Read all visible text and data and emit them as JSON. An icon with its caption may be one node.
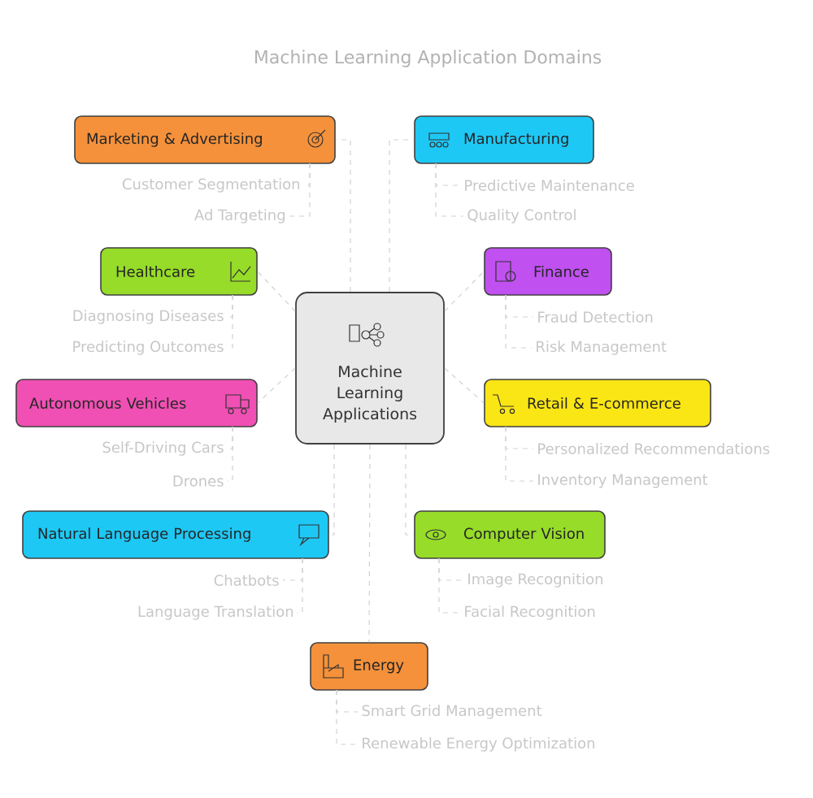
{
  "diagram": {
    "title": "Machine Learning Application Domains",
    "nodes": [
      {
        "text": [
          "Machine Learning Applications"
        ]
      },
      {
        "text": [
          "Marketing & Advertising"
        ]
      },
      {
        "text": [
          "Manufacturing"
        ]
      },
      {
        "text": [
          "Healthcare"
        ]
      },
      {
        "text": [
          "Finance"
        ]
      },
      {
        "text": [
          "Autonomous Vehicles"
        ]
      },
      {
        "text": [
          "Retail & E-commerce"
        ]
      },
      {
        "text": [
          "Natural Language Processing"
        ]
      },
      {
        "text": [
          "Computer Vision"
        ]
      },
      {
        "text": [
          "Energy"
        ]
      },
      {
        "text": [
          "Customer Segmentation"
        ]
      },
      {
        "text": [
          "Ad Targeting"
        ]
      },
      {
        "text": [
          "Predictive Maintenance"
        ]
      },
      {
        "text": [
          "Quality Control"
        ]
      },
      {
        "text": [
          "Diagnosing Diseases"
        ]
      },
      {
        "text": [
          "Predicting Outcomes"
        ]
      },
      {
        "text": [
          "Fraud Detection"
        ]
      },
      {
        "text": [
          "Risk Management"
        ]
      },
      {
        "text": [
          "Self-Driving Cars"
        ]
      },
      {
        "text": [
          "Drones"
        ]
      },
      {
        "text": [
          "Personalized Recommendations"
        ]
      },
      {
        "text": [
          "Inventory Management"
        ]
      },
      {
        "text": [
          "Chatbots"
        ]
      },
      {
        "text": [
          "Language Translation"
        ]
      },
      {
        "text": [
          "Image Recognition"
        ]
      },
      {
        "text": [
          "Facial Recognition"
        ]
      },
      {
        "text": [
          "Smart Grid Management"
        ]
      },
      {
        "text": [
          "Renewable Energy Optimization"
        ]
      }
    ],
    "edges": [
      {
        "from": 0,
        "to": 1,
        "arrow": "none",
        "style": "dashed"
      },
      {
        "from": 0,
        "to": 2,
        "arrow": "none",
        "style": "dashed"
      },
      {
        "from": 0,
        "to": 3,
        "arrow": "none",
        "style": "dashed"
      },
      {
        "from": 0,
        "to": 4,
        "arrow": "none",
        "style": "dashed"
      },
      {
        "from": 0,
        "to": 5,
        "arrow": "none",
        "style": "dashed"
      },
      {
        "from": 0,
        "to": 6,
        "arrow": "none",
        "style": "dashed"
      },
      {
        "from": 0,
        "to": 7,
        "arrow": "none",
        "style": "dashed"
      },
      {
        "from": 0,
        "to": 8,
        "arrow": "none",
        "style": "dashed"
      },
      {
        "from": 0,
        "to": 9,
        "arrow": "none",
        "style": "dashed"
      },
      {
        "from": 1,
        "to": 10,
        "arrow": "none",
        "style": "dashed"
      },
      {
        "from": 1,
        "to": 11,
        "arrow": "none",
        "style": "dashed"
      },
      {
        "from": 2,
        "to": 12,
        "arrow": "none",
        "style": "dashed"
      },
      {
        "from": 2,
        "to": 13,
        "arrow": "none",
        "style": "dashed"
      },
      {
        "from": 3,
        "to": 14,
        "arrow": "none",
        "style": "dashed"
      },
      {
        "from": 3,
        "to": 15,
        "arrow": "none",
        "style": "dashed"
      },
      {
        "from": 4,
        "to": 16,
        "arrow": "none",
        "style": "dashed"
      },
      {
        "from": 4,
        "to": 17,
        "arrow": "none",
        "style": "dashed"
      },
      {
        "from": 5,
        "to": 18,
        "arrow": "none",
        "style": "dashed"
      },
      {
        "from": 5,
        "to": 19,
        "arrow": "none",
        "style": "dashed"
      },
      {
        "from": 6,
        "to": 20,
        "arrow": "none",
        "style": "dashed"
      },
      {
        "from": 6,
        "to": 21,
        "arrow": "none",
        "style": "dashed"
      },
      {
        "from": 7,
        "to": 22,
        "arrow": "none",
        "style": "dashed"
      },
      {
        "from": 7,
        "to": 23,
        "arrow": "none",
        "style": "dashed"
      },
      {
        "from": 8,
        "to": 24,
        "arrow": "none",
        "style": "dashed"
      },
      {
        "from": 8,
        "to": 25,
        "arrow": "none",
        "style": "dashed"
      },
      {
        "from": 9,
        "to": 26,
        "arrow": "none",
        "style": "dashed"
      },
      {
        "from": 9,
        "to": 27,
        "arrow": "none",
        "style": "dashed"
      }
    ]
  }
}
